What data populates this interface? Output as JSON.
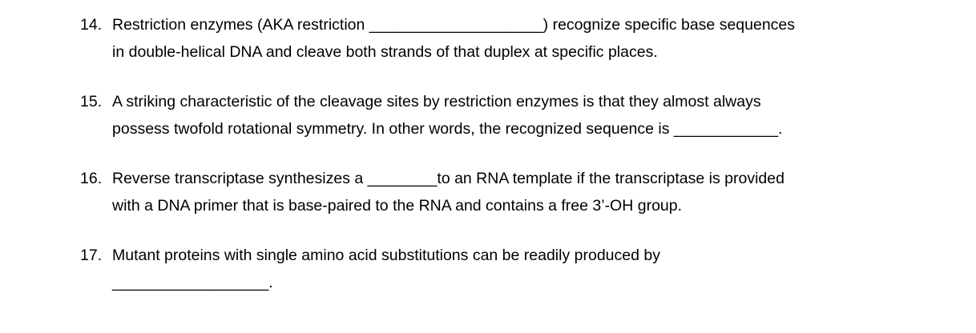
{
  "document": {
    "background_color": "#ffffff",
    "text_color": "#000000",
    "type": "fill-in-the-blank-worksheet",
    "questions": [
      {
        "number": "14.",
        "lines": [
          "Restriction enzymes (AKA restriction ____________________) recognize specific base sequences",
          "in double-helical DNA and cleave both strands of that duplex at specific places."
        ]
      },
      {
        "number": "15.",
        "lines": [
          "A striking characteristic of the cleavage sites by restriction enzymes is that they almost always",
          "possess twofold rotational symmetry. In other words, the recognized sequence is ____________."
        ]
      },
      {
        "number": "16.",
        "lines": [
          "Reverse transcriptase synthesizes a ________to an RNA template if the transcriptase is provided",
          "with a DNA primer that is base-paired to the RNA and contains a free 3’-OH group."
        ]
      },
      {
        "number": "17.",
        "lines": [
          "Mutant proteins with single amino acid substitutions can be readily produced by",
          "__________________."
        ]
      }
    ]
  }
}
